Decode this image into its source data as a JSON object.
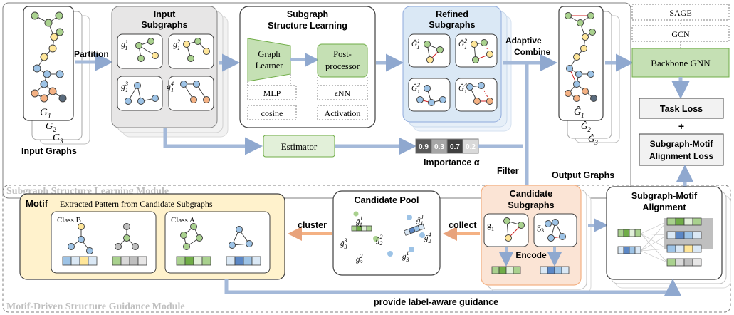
{
  "modules": {
    "top": "Subgraph Structure Learning Module",
    "bottom": "Motif-Driven Structure Guidance Module"
  },
  "input": {
    "caption": "Input Graphs",
    "g1": "G",
    "g2": "G",
    "g3": "G",
    "sub1": "1",
    "sub2": "2",
    "sub3": "3",
    "partition": "Partition"
  },
  "input_subgraphs": {
    "title": [
      "Input",
      "Subgraphs"
    ],
    "labels": [
      "g",
      "g",
      "g",
      "g"
    ],
    "sups": [
      "1",
      "2",
      "3",
      "4"
    ],
    "sub": "1"
  },
  "ssl": {
    "title": [
      "Subgraph",
      "Structure Learning"
    ],
    "learner": [
      "Graph",
      "Learner"
    ],
    "post": [
      "Post-",
      "processor"
    ],
    "opts_left": [
      "MLP",
      "cosine"
    ],
    "opts_right": [
      "εNN",
      "Activation"
    ]
  },
  "refined": {
    "title": [
      "Refined",
      "Subgraphs"
    ],
    "adaptive": [
      "Adaptive",
      "Combine"
    ]
  },
  "output": {
    "caption": "Output Graphs",
    "g1": "Ĝ",
    "g2": "Ĝ",
    "g3": "Ĝ"
  },
  "estimator": {
    "label": "Estimator",
    "importance_values": [
      "0.9",
      "0.3",
      "0.7",
      "0.2"
    ],
    "importance_label": "Importance α",
    "filter": "Filter"
  },
  "backbone": {
    "options": [
      "SAGE",
      "GCN"
    ],
    "label": "Backbone GNN",
    "task_loss": "Task Loss",
    "plus": "+",
    "align_loss": [
      "Subgraph-Motif",
      "Alignment Loss"
    ]
  },
  "motif": {
    "title": "Motif",
    "subtitle": "Extracted Pattern from Candidate Subgraphs",
    "class_b": "Class B",
    "class_a": "Class A",
    "cluster": "cluster"
  },
  "pool": {
    "title": "Candidate Pool",
    "collect": "collect",
    "items": [
      {
        "base": "ĝ",
        "sup": "1",
        "sub": "1"
      },
      {
        "base": "ĝ",
        "sup": "3",
        "sub": "1"
      },
      {
        "base": "ĝ",
        "sup": "3",
        "sub": "3"
      },
      {
        "base": "ĝ",
        "sup": "2",
        "sub": "2"
      },
      {
        "base": "ĝ",
        "sup": "4",
        "sub": "2"
      },
      {
        "base": "ĝ",
        "sup": "2",
        "sub": "3"
      },
      {
        "base": "ĝ",
        "sup": "1",
        "sub": "3"
      }
    ]
  },
  "candidate": {
    "title": [
      "Candidate",
      "Subgraphs"
    ],
    "g1": "g",
    "g3": "g",
    "sub1": "1",
    "sub3": "3",
    "encode": "Encode"
  },
  "alignment": {
    "title": [
      "Subgraph-Motif",
      "Alignment"
    ]
  },
  "guidance": "provide label-aware guidance",
  "colors": {
    "node_green": "#a9d18e",
    "node_blue": "#9dc3e6",
    "node_yellow": "#ffe699",
    "node_orange": "#f4b183",
    "node_gray": "#bfbfbf",
    "node_dark": "#5a6b7d",
    "green_box": "#e2f0d9",
    "blue_box": "#dae8f5",
    "orange_box": "#fbe4d5",
    "motif_box": "#fff2cc",
    "arrow": "#a4b9d9"
  }
}
